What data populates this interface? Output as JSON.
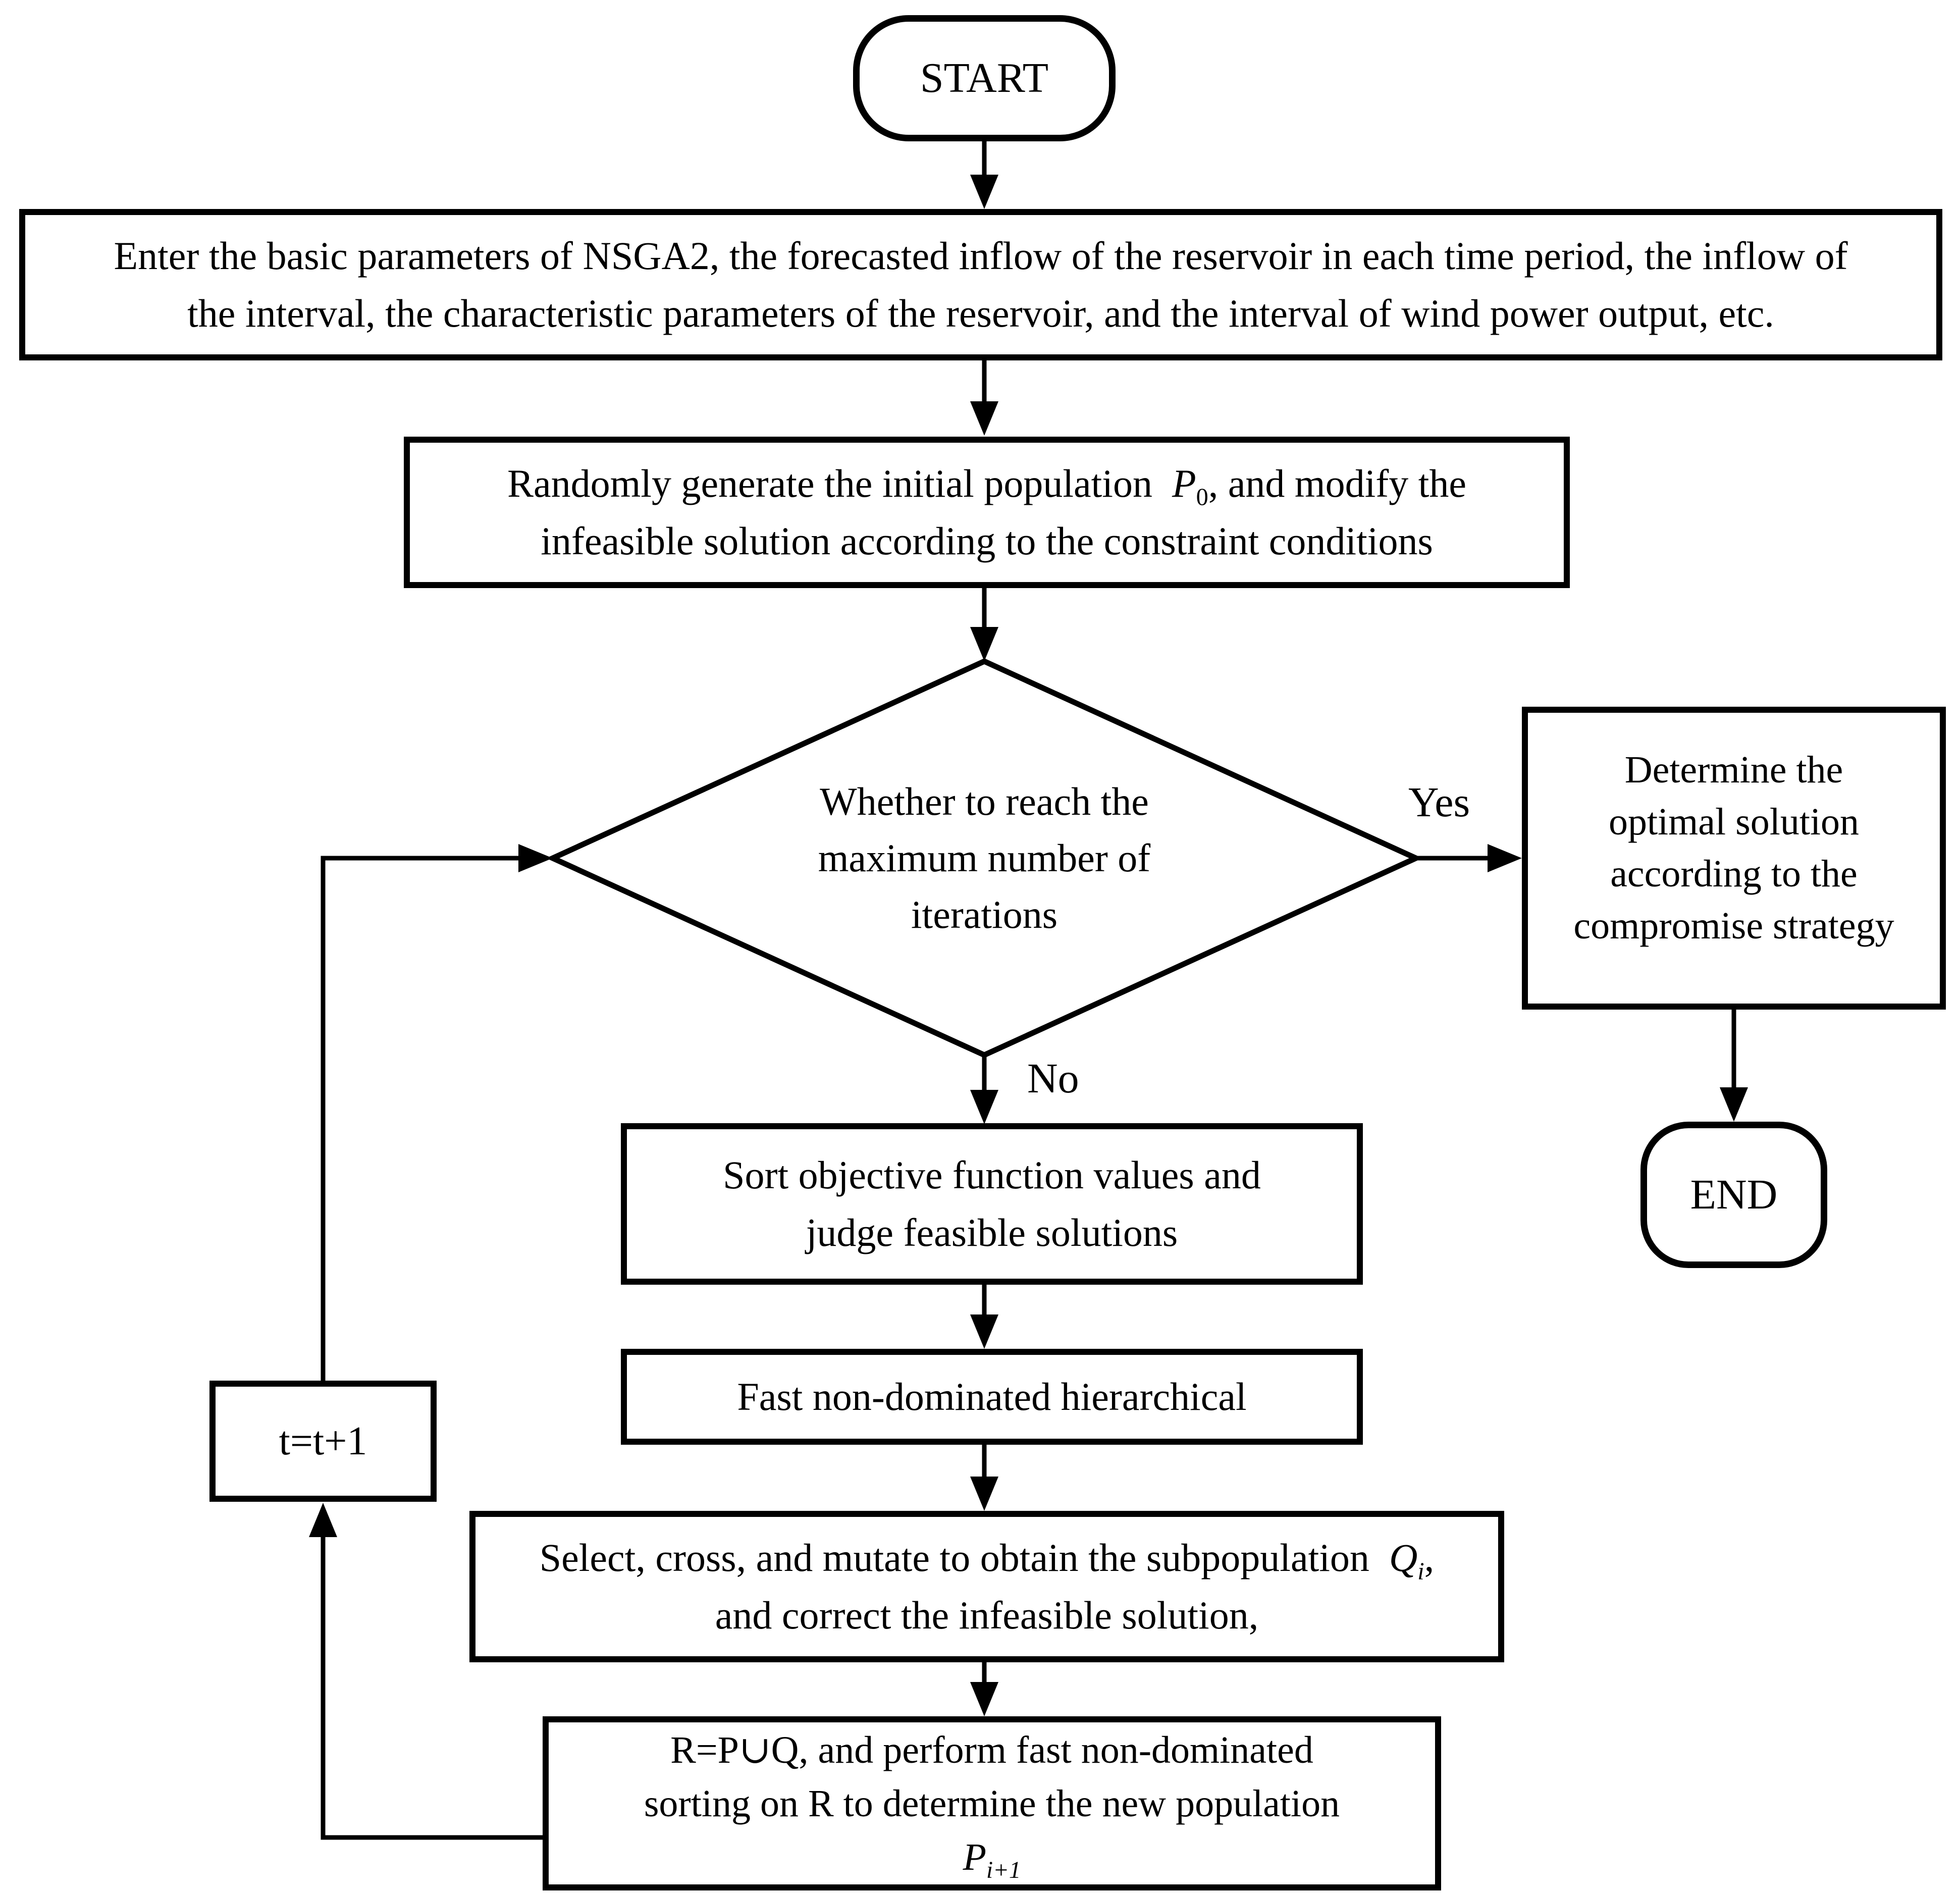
{
  "style": {
    "ink": "#000000",
    "background": "#ffffff"
  },
  "diagram": {
    "start": {
      "label": "START"
    },
    "end": {
      "label": "END"
    },
    "labels": {
      "yes": "Yes",
      "no": "No"
    },
    "box_parameters": {
      "line1": "Enter the basic parameters of NSGA2, the forecasted inflow of the reservoir in each time period, the inflow of",
      "line2": "the interval, the characteristic parameters of the reservoir, and the interval of wind power output, etc."
    },
    "box_population": {
      "line1_pre": "Randomly generate the initial population ",
      "var1": "P",
      "var1_sub": "0",
      "line1_post": ", and modify the",
      "line2": "infeasible solution according to the constraint conditions"
    },
    "decision_iterations": {
      "line1": "Whether to reach the",
      "line2": "maximum number of",
      "line3": "iterations"
    },
    "box_compromise": {
      "line1": "Determine the",
      "line2": "optimal solution",
      "line3": "according to the",
      "line4": "compromise strategy"
    },
    "box_sort": {
      "line1": "Sort objective function values and",
      "line2": "judge feasible solutions"
    },
    "box_hierarchical": {
      "line1": "Fast non-dominated hierarchical"
    },
    "box_mutate": {
      "line1_pre": "Select, cross, and mutate to obtain the subpopulation ",
      "var1": "Q",
      "var1_sub": "i",
      "line1_post": ",",
      "line2": "and correct the infeasible solution,"
    },
    "box_merge": {
      "line1": "R=P∪Q, and perform fast non-dominated",
      "line2": "sorting on R to determine the new population",
      "var1": "P",
      "var1_sub": "i+1"
    },
    "box_increment": {
      "label": "t=t+1"
    }
  }
}
